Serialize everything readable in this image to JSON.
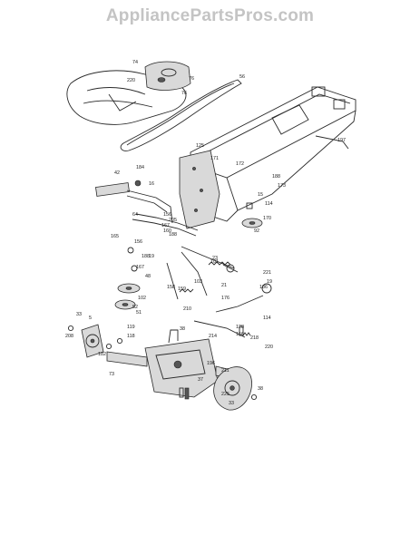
{
  "watermark": {
    "text": "AppliancePartsPros.com"
  },
  "diagram": {
    "callouts": [
      "74",
      "76",
      "220",
      "76",
      "56",
      "125",
      "171",
      "172",
      "197",
      "184",
      "42",
      "16",
      "188",
      "173",
      "15",
      "114",
      "64",
      "156",
      "205",
      "167",
      "160",
      "188",
      "170",
      "92",
      "165",
      "156",
      "188",
      "167",
      "19",
      "103",
      "23",
      "159",
      "158",
      "221",
      "19",
      "186",
      "48",
      "101",
      "210",
      "176",
      "21",
      "102",
      "51",
      "52",
      "38",
      "119",
      "118",
      "128",
      "156",
      "114",
      "214",
      "218",
      "220",
      "33",
      "5",
      "208",
      "182",
      "73",
      "196",
      "211",
      "37",
      "225",
      "33",
      "38"
    ],
    "colors": {
      "ink": "#2a2a2a",
      "watermark": "#c4c4c4"
    }
  }
}
